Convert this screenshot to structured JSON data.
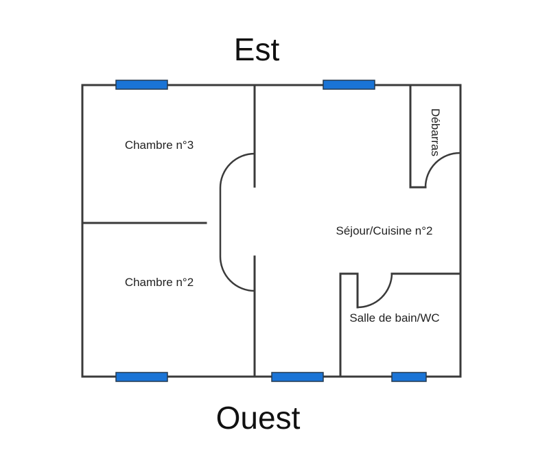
{
  "orientation": {
    "top": "Est",
    "bottom": "Ouest"
  },
  "rooms": {
    "chambre3": "Chambre n°3",
    "chambre2": "Chambre n°2",
    "sejour": "Séjour/Cuisine n°2",
    "debarras": "Débarras",
    "salle_de_bain": "Salle de bain/WC"
  },
  "colors": {
    "window": "#1a74d6",
    "wall": "#3a3a3a"
  }
}
